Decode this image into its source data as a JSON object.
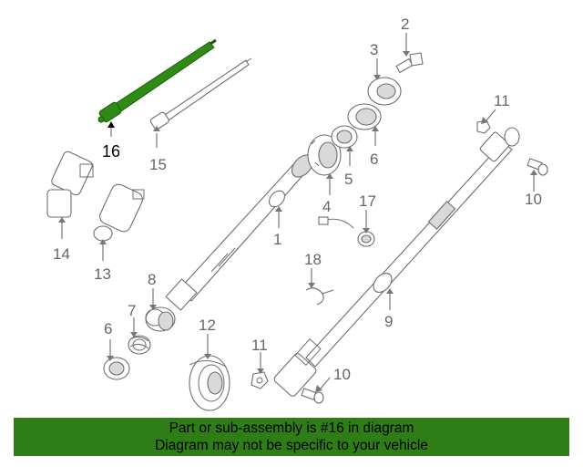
{
  "diagram": {
    "highlight_color": "#2e7d16",
    "highlighted_part": "16",
    "callouts": {
      "c16": "16",
      "c15": "15",
      "c14": "14",
      "c13": "13",
      "c8": "8",
      "c7": "7",
      "c6a": "6",
      "c12": "12",
      "c11a": "11",
      "c1": "1",
      "c18": "18",
      "c9": "9",
      "c10a": "10",
      "c17": "17",
      "c4": "4",
      "c5": "5",
      "c6b": "6",
      "c3": "3",
      "c2": "2",
      "c11b": "11",
      "c10b": "10"
    }
  },
  "banner": {
    "line1": "Part or sub-assembly is #16 in diagram",
    "line2": "Diagram may not be specific to your vehicle",
    "background": "#2e7d16"
  }
}
